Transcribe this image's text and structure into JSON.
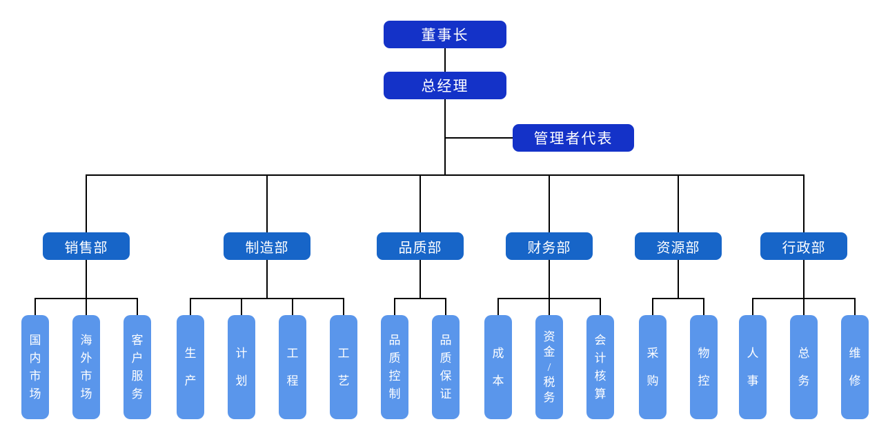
{
  "chart": {
    "type": "org-chart",
    "root": {
      "label": "董事长"
    },
    "general_manager": {
      "label": "总经理"
    },
    "management_representative": {
      "label": "管理者代表"
    },
    "departments": [
      {
        "label": "销售部",
        "children": [
          "国内市场",
          "海外市场",
          "客户服务"
        ]
      },
      {
        "label": "制造部",
        "children": [
          "生产",
          "计划",
          "工程",
          "工艺"
        ]
      },
      {
        "label": "品质部",
        "children": [
          "品质控制",
          "品质保证"
        ]
      },
      {
        "label": "财务部",
        "children": [
          "成本",
          "资金/税务",
          "会计核算"
        ]
      },
      {
        "label": "资源部",
        "children": [
          "采购",
          "物控"
        ]
      },
      {
        "label": "行政部",
        "children": [
          "人事",
          "总务",
          "维修"
        ]
      }
    ],
    "colors": {
      "level1": "#1432C8",
      "level2": "#1765C8",
      "level3": "#5A96EB",
      "line": "#000000",
      "text": "#FFFFFF"
    }
  }
}
